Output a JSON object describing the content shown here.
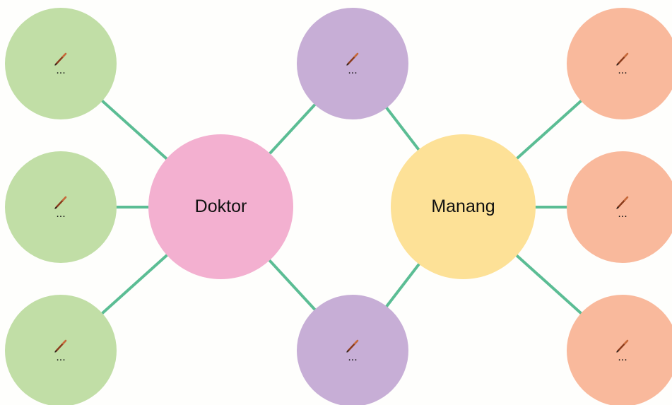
{
  "colors": {
    "connector": "#5bbd94",
    "doktor_fill": "#f3b0d0",
    "manang_fill": "#fde197",
    "left_leaf_fill": "#c1dea6",
    "middle_leaf_fill": "#c7aed6",
    "right_leaf_fill": "#f9b99c"
  },
  "center_nodes": {
    "left": {
      "label": "Doktor"
    },
    "right": {
      "label": "Manang"
    }
  },
  "leaf_nodes": {
    "placeholder_icon": "pen-icon",
    "placeholder_text": "..."
  },
  "groups": {
    "doktor_only": 3,
    "shared": 2,
    "manang_only": 3
  }
}
